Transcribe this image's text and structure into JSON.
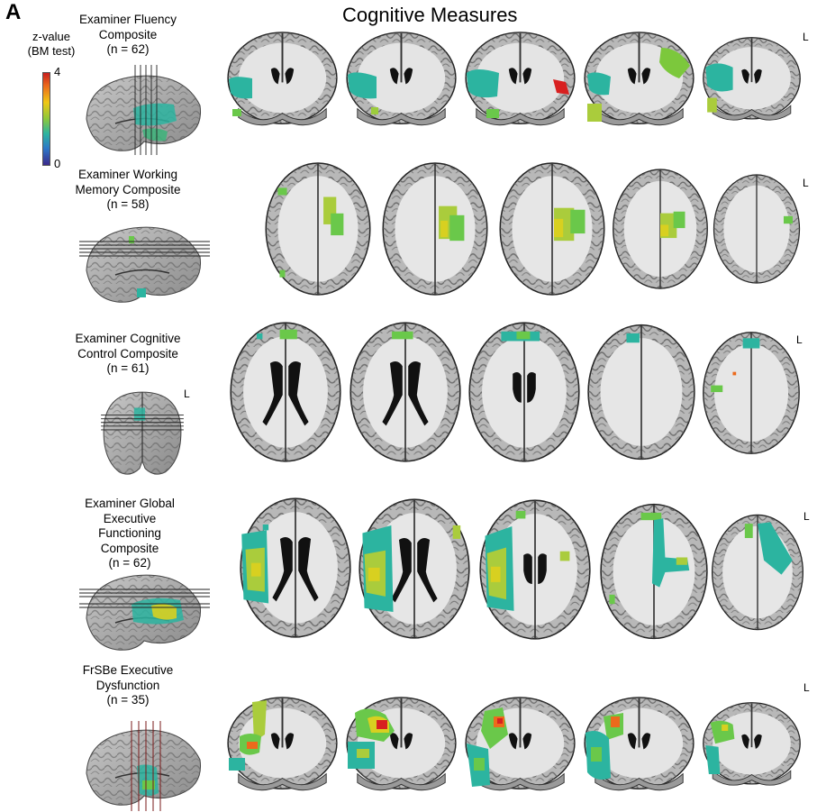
{
  "panel_letter": "A",
  "title": "Cognitive Measures",
  "colorbar": {
    "title_line1": "z-value",
    "title_line2": "(BM test)",
    "max_label": "4",
    "min_label": "0"
  },
  "left_marker": "L",
  "rows": [
    {
      "line1": "Examiner Fluency",
      "line2": "Composite",
      "line3": "",
      "n": "(n = 62)"
    },
    {
      "line1": "Examiner Working",
      "line2": "Memory Composite",
      "line3": "",
      "n": "(n = 58)"
    },
    {
      "line1": "Examiner Cognitive",
      "line2": "Control Composite",
      "line3": "",
      "n": "(n = 61)"
    },
    {
      "line1": "Examiner Global",
      "line2": "Executive Functioning",
      "line3": "Composite",
      "n": "(n = 62)"
    },
    {
      "line1": "FrSBe Executive",
      "line2": "Dysfunction",
      "line3": "",
      "n": "(n = 35)"
    }
  ]
}
